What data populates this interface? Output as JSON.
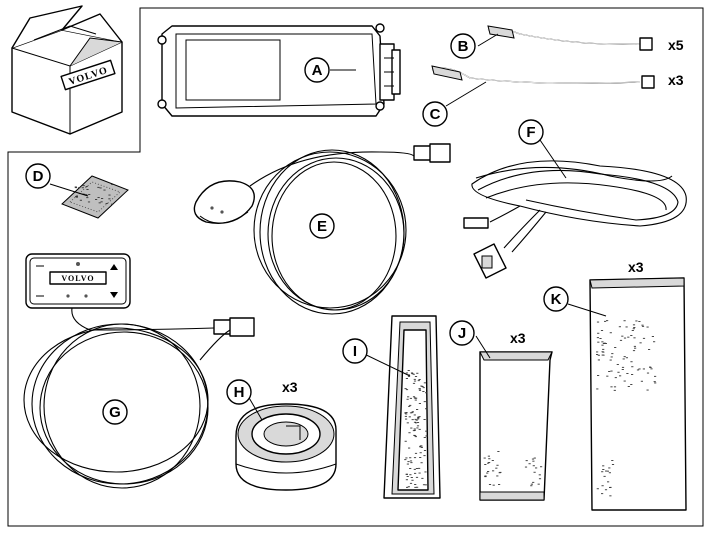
{
  "brand": "VOLVO",
  "labels": {
    "a": "A",
    "b": "B",
    "c": "C",
    "d": "D",
    "e": "E",
    "f": "F",
    "g": "G",
    "h": "H",
    "i": "I",
    "j": "J",
    "k": "K"
  },
  "quantities": {
    "b": "x5",
    "c": "x3",
    "h": "x3",
    "j": "x3",
    "k": "x3"
  }
}
